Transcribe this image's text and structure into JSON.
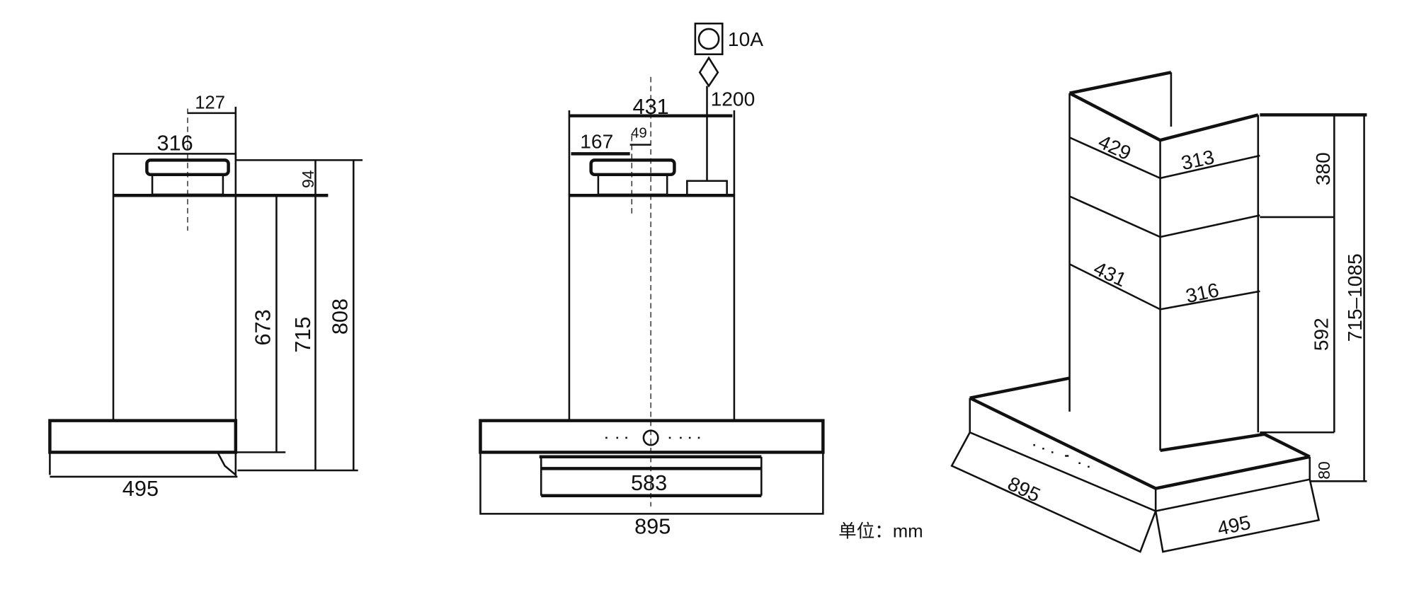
{
  "side_view": {
    "d_127": "127",
    "d_316": "316",
    "d_94": "94",
    "d_673": "673",
    "d_715": "715",
    "d_808": "808",
    "d_495": "495"
  },
  "front_view": {
    "socket_label": "10A",
    "d_1200": "1200",
    "d_431": "431",
    "d_167": "167",
    "d_49": "49",
    "d_583": "583",
    "d_895": "895"
  },
  "unit_label": "单位：mm",
  "iso_view": {
    "d_429": "429",
    "d_313": "313",
    "d_431": "431",
    "d_316": "316",
    "d_380": "380",
    "d_592": "592",
    "d_715_1085": "715–1085",
    "d_80": "80",
    "d_895": "895",
    "d_495": "495"
  }
}
